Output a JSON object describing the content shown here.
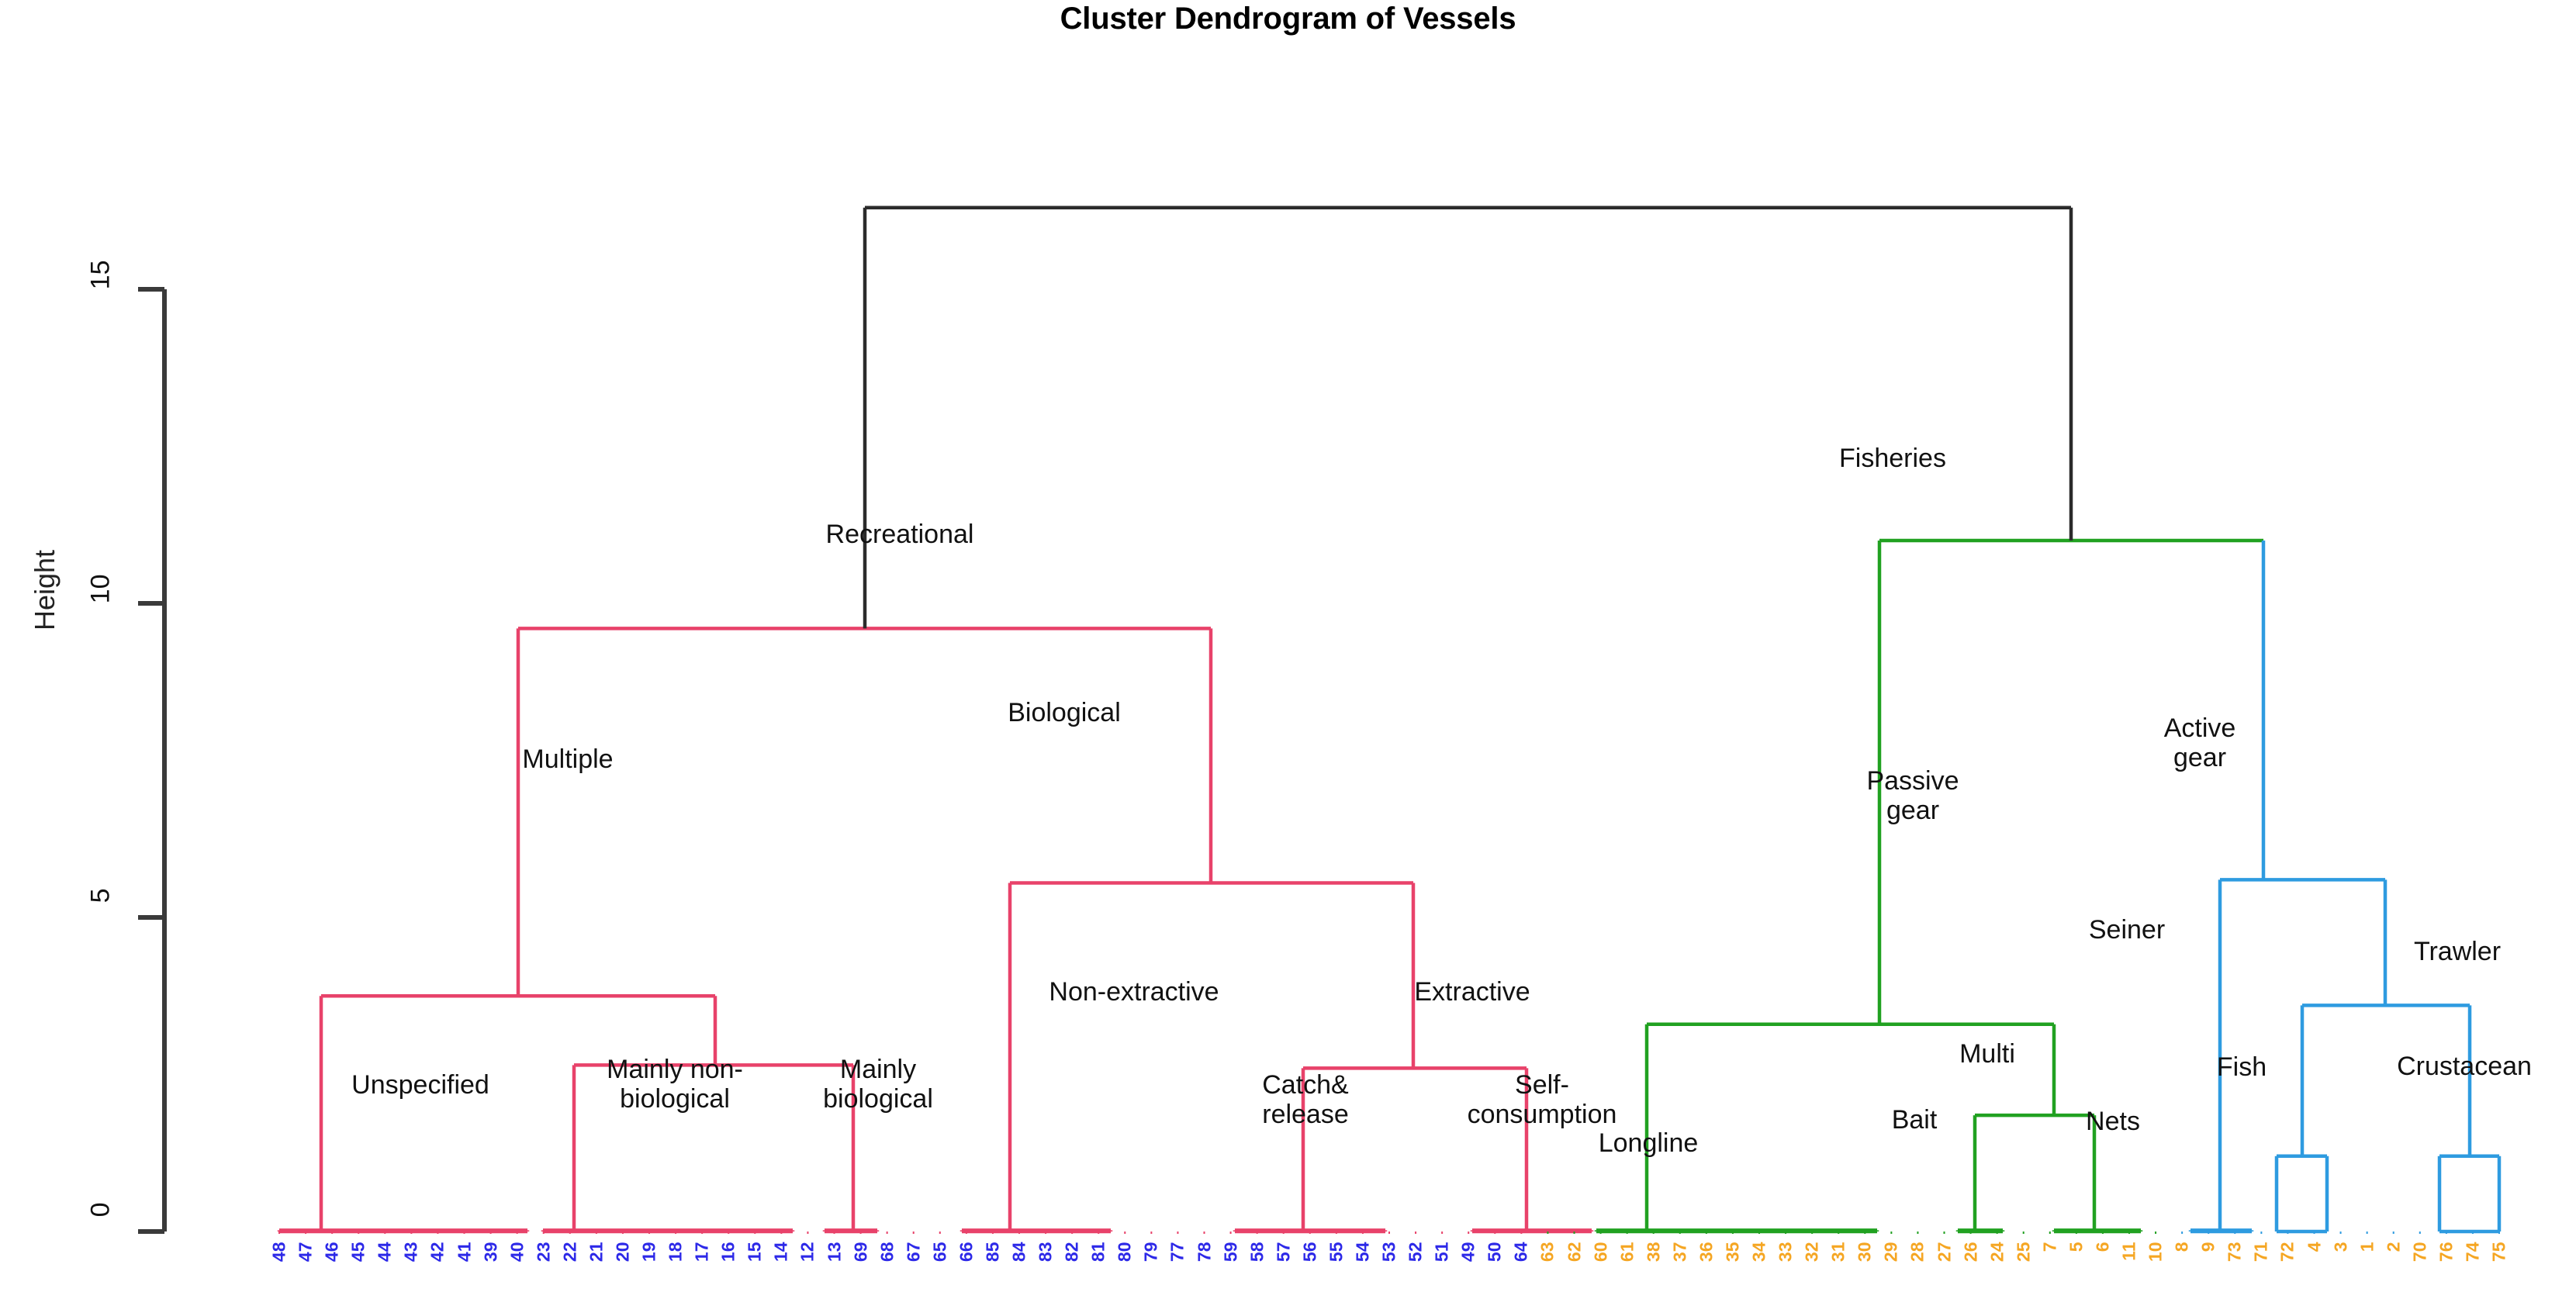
{
  "title": "Cluster Dendrogram of Vessels",
  "axis": {
    "ylabel": "Height",
    "yticks": [
      "0",
      "5",
      "10",
      "15"
    ]
  },
  "colors": {
    "cluster_pink": "#E8426A",
    "cluster_green": "#21A121",
    "cluster_blue": "#2E9BE0",
    "root_black": "#2b2b2b",
    "label_blue": "#2D29E8",
    "label_orange": "#F5A623",
    "axis": "#3a3a3a",
    "text": "#111111"
  },
  "chart_data": {
    "type": "dendrogram",
    "title": "Cluster Dendrogram of Vessels",
    "xlabel": "",
    "ylabel": "Height",
    "ylim": [
      0,
      16.5
    ],
    "yticks": [
      0,
      5,
      10,
      15
    ],
    "grid": false,
    "n_leaves": 85,
    "leaf_labels": [
      "48",
      "47",
      "46",
      "45",
      "44",
      "43",
      "42",
      "41",
      "39",
      "40",
      "23",
      "22",
      "21",
      "20",
      "19",
      "18",
      "17",
      "16",
      "15",
      "14",
      "12",
      "13",
      "69",
      "68",
      "67",
      "65",
      "66",
      "85",
      "84",
      "83",
      "82",
      "81",
      "80",
      "79",
      "77",
      "78",
      "59",
      "58",
      "57",
      "56",
      "55",
      "54",
      "53",
      "52",
      "51",
      "49",
      "50",
      "64",
      "63",
      "62",
      "60",
      "61",
      "38",
      "37",
      "36",
      "35",
      "34",
      "33",
      "32",
      "31",
      "30",
      "29",
      "28",
      "27",
      "26",
      "24",
      "25",
      "7",
      "5",
      "6",
      "11",
      "10",
      "8",
      "9",
      "73",
      "71",
      "72",
      "4",
      "3",
      "1",
      "2",
      "70",
      "76",
      "74",
      "75"
    ],
    "leaf_label_colors": [
      "blue",
      "blue",
      "blue",
      "blue",
      "blue",
      "blue",
      "blue",
      "blue",
      "blue",
      "blue",
      "blue",
      "blue",
      "blue",
      "blue",
      "blue",
      "blue",
      "blue",
      "blue",
      "blue",
      "blue",
      "blue",
      "blue",
      "blue",
      "blue",
      "blue",
      "blue",
      "blue",
      "blue",
      "blue",
      "blue",
      "blue",
      "blue",
      "blue",
      "blue",
      "blue",
      "blue",
      "blue",
      "blue",
      "blue",
      "blue",
      "blue",
      "blue",
      "blue",
      "blue",
      "blue",
      "blue",
      "blue",
      "blue",
      "orange",
      "orange",
      "orange",
      "orange",
      "orange",
      "orange",
      "orange",
      "orange",
      "orange",
      "orange",
      "orange",
      "orange",
      "orange",
      "orange",
      "orange",
      "orange",
      "orange",
      "orange",
      "orange",
      "orange",
      "orange",
      "orange",
      "orange",
      "orange",
      "orange",
      "orange",
      "orange",
      "orange",
      "orange",
      "orange",
      "orange",
      "orange",
      "orange",
      "orange",
      "orange",
      "orange",
      "orange"
    ],
    "node_labels": [
      {
        "text": "Fisheries",
        "height": 16.3,
        "branch": "root"
      },
      {
        "text": "Recreational",
        "height": 9.6,
        "branch": "pink"
      },
      {
        "text": "Multiple",
        "height": 3.75,
        "branch": "pink"
      },
      {
        "text": "Biological",
        "height": 5.55,
        "branch": "pink"
      },
      {
        "text": "Unspecified",
        "height": 0.0,
        "branch": "pink"
      },
      {
        "text": "Mainly non-\nbiological",
        "height": 2.65,
        "branch": "pink"
      },
      {
        "text": "Mainly\nbiological",
        "height": 0.0,
        "branch": "pink"
      },
      {
        "text": "Non-extractive",
        "height": 0.0,
        "branch": "pink"
      },
      {
        "text": "Extractive",
        "height": 2.6,
        "branch": "pink"
      },
      {
        "text": "Catch&\nrelease",
        "height": 0.0,
        "branch": "pink"
      },
      {
        "text": "Self-\nconsumption",
        "height": 0.0,
        "branch": "pink"
      },
      {
        "text": "Passive\ngear",
        "height": 11.0,
        "branch": "green"
      },
      {
        "text": "Active\ngear",
        "height": 11.0,
        "branch": "blue"
      },
      {
        "text": "Longline",
        "height": 3.3,
        "branch": "green"
      },
      {
        "text": "Multi",
        "height": 1.85,
        "branch": "green"
      },
      {
        "text": "Bait",
        "height": 0.0,
        "branch": "green"
      },
      {
        "text": "Nets",
        "height": 0.0,
        "branch": "green"
      },
      {
        "text": "Seiner",
        "height": 5.6,
        "branch": "blue"
      },
      {
        "text": "Trawler",
        "height": 3.6,
        "branch": "blue"
      },
      {
        "text": "Fish",
        "height": 1.2,
        "branch": "blue"
      },
      {
        "text": "Crustacean",
        "height": 1.2,
        "branch": "blue"
      }
    ],
    "merges": [
      {
        "id": "root",
        "h": 16.3,
        "lx": 1115,
        "rx": 2670,
        "color": "root_black"
      },
      {
        "id": "recreational",
        "h": 9.6,
        "lx": 668,
        "rx": 1561,
        "color": "cluster_pink"
      },
      {
        "id": "multiple",
        "h": 3.75,
        "lx": 414,
        "rx": 922,
        "color": "cluster_pink"
      },
      {
        "id": "unspecified",
        "h": 0.02,
        "lx": 360,
        "rx": 680,
        "color": "cluster_pink"
      },
      {
        "id": "mnb_mb",
        "h": 2.65,
        "lx": 740,
        "rx": 1100,
        "color": "cluster_pink"
      },
      {
        "id": "mainlynonbio",
        "h": 0.02,
        "lx": 700,
        "rx": 1022,
        "color": "cluster_pink"
      },
      {
        "id": "mainlybio",
        "h": 0.02,
        "lx": 1063,
        "rx": 1131,
        "color": "cluster_pink"
      },
      {
        "id": "biological",
        "h": 5.55,
        "lx": 1302,
        "rx": 1822,
        "color": "cluster_pink"
      },
      {
        "id": "nonextract",
        "h": 0.02,
        "lx": 1240,
        "rx": 1432,
        "color": "cluster_pink"
      },
      {
        "id": "extractive",
        "h": 2.6,
        "lx": 1680,
        "rx": 1968,
        "color": "cluster_pink"
      },
      {
        "id": "catchrelease",
        "h": 0.02,
        "lx": 1592,
        "rx": 1786,
        "color": "cluster_pink"
      },
      {
        "id": "selfconsum",
        "h": 0.02,
        "lx": 1898,
        "rx": 2052,
        "color": "cluster_pink"
      },
      {
        "id": "fisheries_r",
        "h": 11.0,
        "lx": 2423,
        "rx": 2918,
        "color": "cluster_green"
      },
      {
        "id": "passivegear",
        "h": 3.3,
        "lx": 2123,
        "rx": 2648,
        "color": "cluster_green"
      },
      {
        "id": "longline",
        "h": 0.02,
        "lx": 2058,
        "rx": 2420,
        "color": "cluster_green"
      },
      {
        "id": "multi",
        "h": 1.85,
        "lx": 2546,
        "rx": 2700,
        "color": "cluster_green"
      },
      {
        "id": "bait",
        "h": 0.02,
        "lx": 2524,
        "rx": 2582,
        "color": "cluster_green"
      },
      {
        "id": "nets",
        "h": 0.02,
        "lx": 2648,
        "rx": 2760,
        "color": "cluster_green"
      },
      {
        "id": "activegear",
        "h": 5.6,
        "lx": 2862,
        "rx": 3075,
        "color": "cluster_blue"
      },
      {
        "id": "seiner",
        "h": 0.02,
        "lx": 2824,
        "rx": 2903,
        "color": "cluster_blue"
      },
      {
        "id": "trawler",
        "h": 3.6,
        "lx": 2968,
        "rx": 3184,
        "color": "cluster_blue"
      },
      {
        "id": "fish",
        "h": 1.2,
        "lx": 2935,
        "rx": 3000,
        "color": "cluster_blue"
      },
      {
        "id": "crustacean",
        "h": 1.2,
        "lx": 3145,
        "rx": 3222,
        "color": "cluster_blue"
      }
    ]
  }
}
